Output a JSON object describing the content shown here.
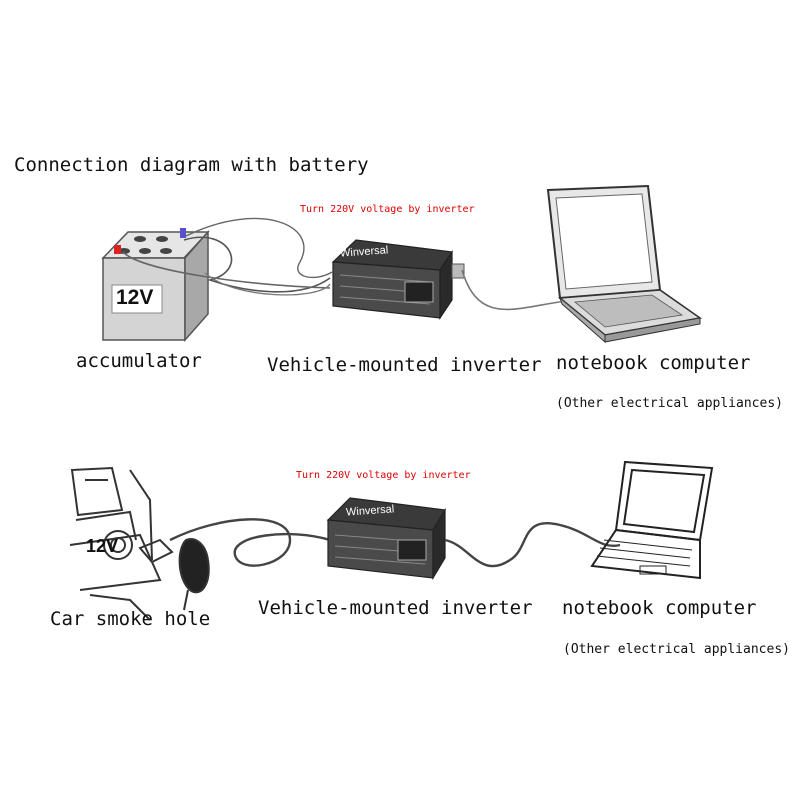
{
  "top": {
    "title": "Connection diagram with battery",
    "note": "Turn 220V voltage by inverter",
    "battery_label": "12V",
    "brand": "Winversal",
    "source_label": "accumulator",
    "inverter_label": "Vehicle-mounted inverter",
    "device_label": "notebook computer",
    "device_sub": "(Other electrical appliances)"
  },
  "bottom": {
    "note": "Turn 220V voltage by inverter",
    "socket_label": "12V",
    "brand": "Winversal",
    "source_label": "Car smoke hole",
    "inverter_label": "Vehicle-mounted inverter",
    "device_label": "notebook computer",
    "device_sub": "(Other electrical appliances)"
  }
}
